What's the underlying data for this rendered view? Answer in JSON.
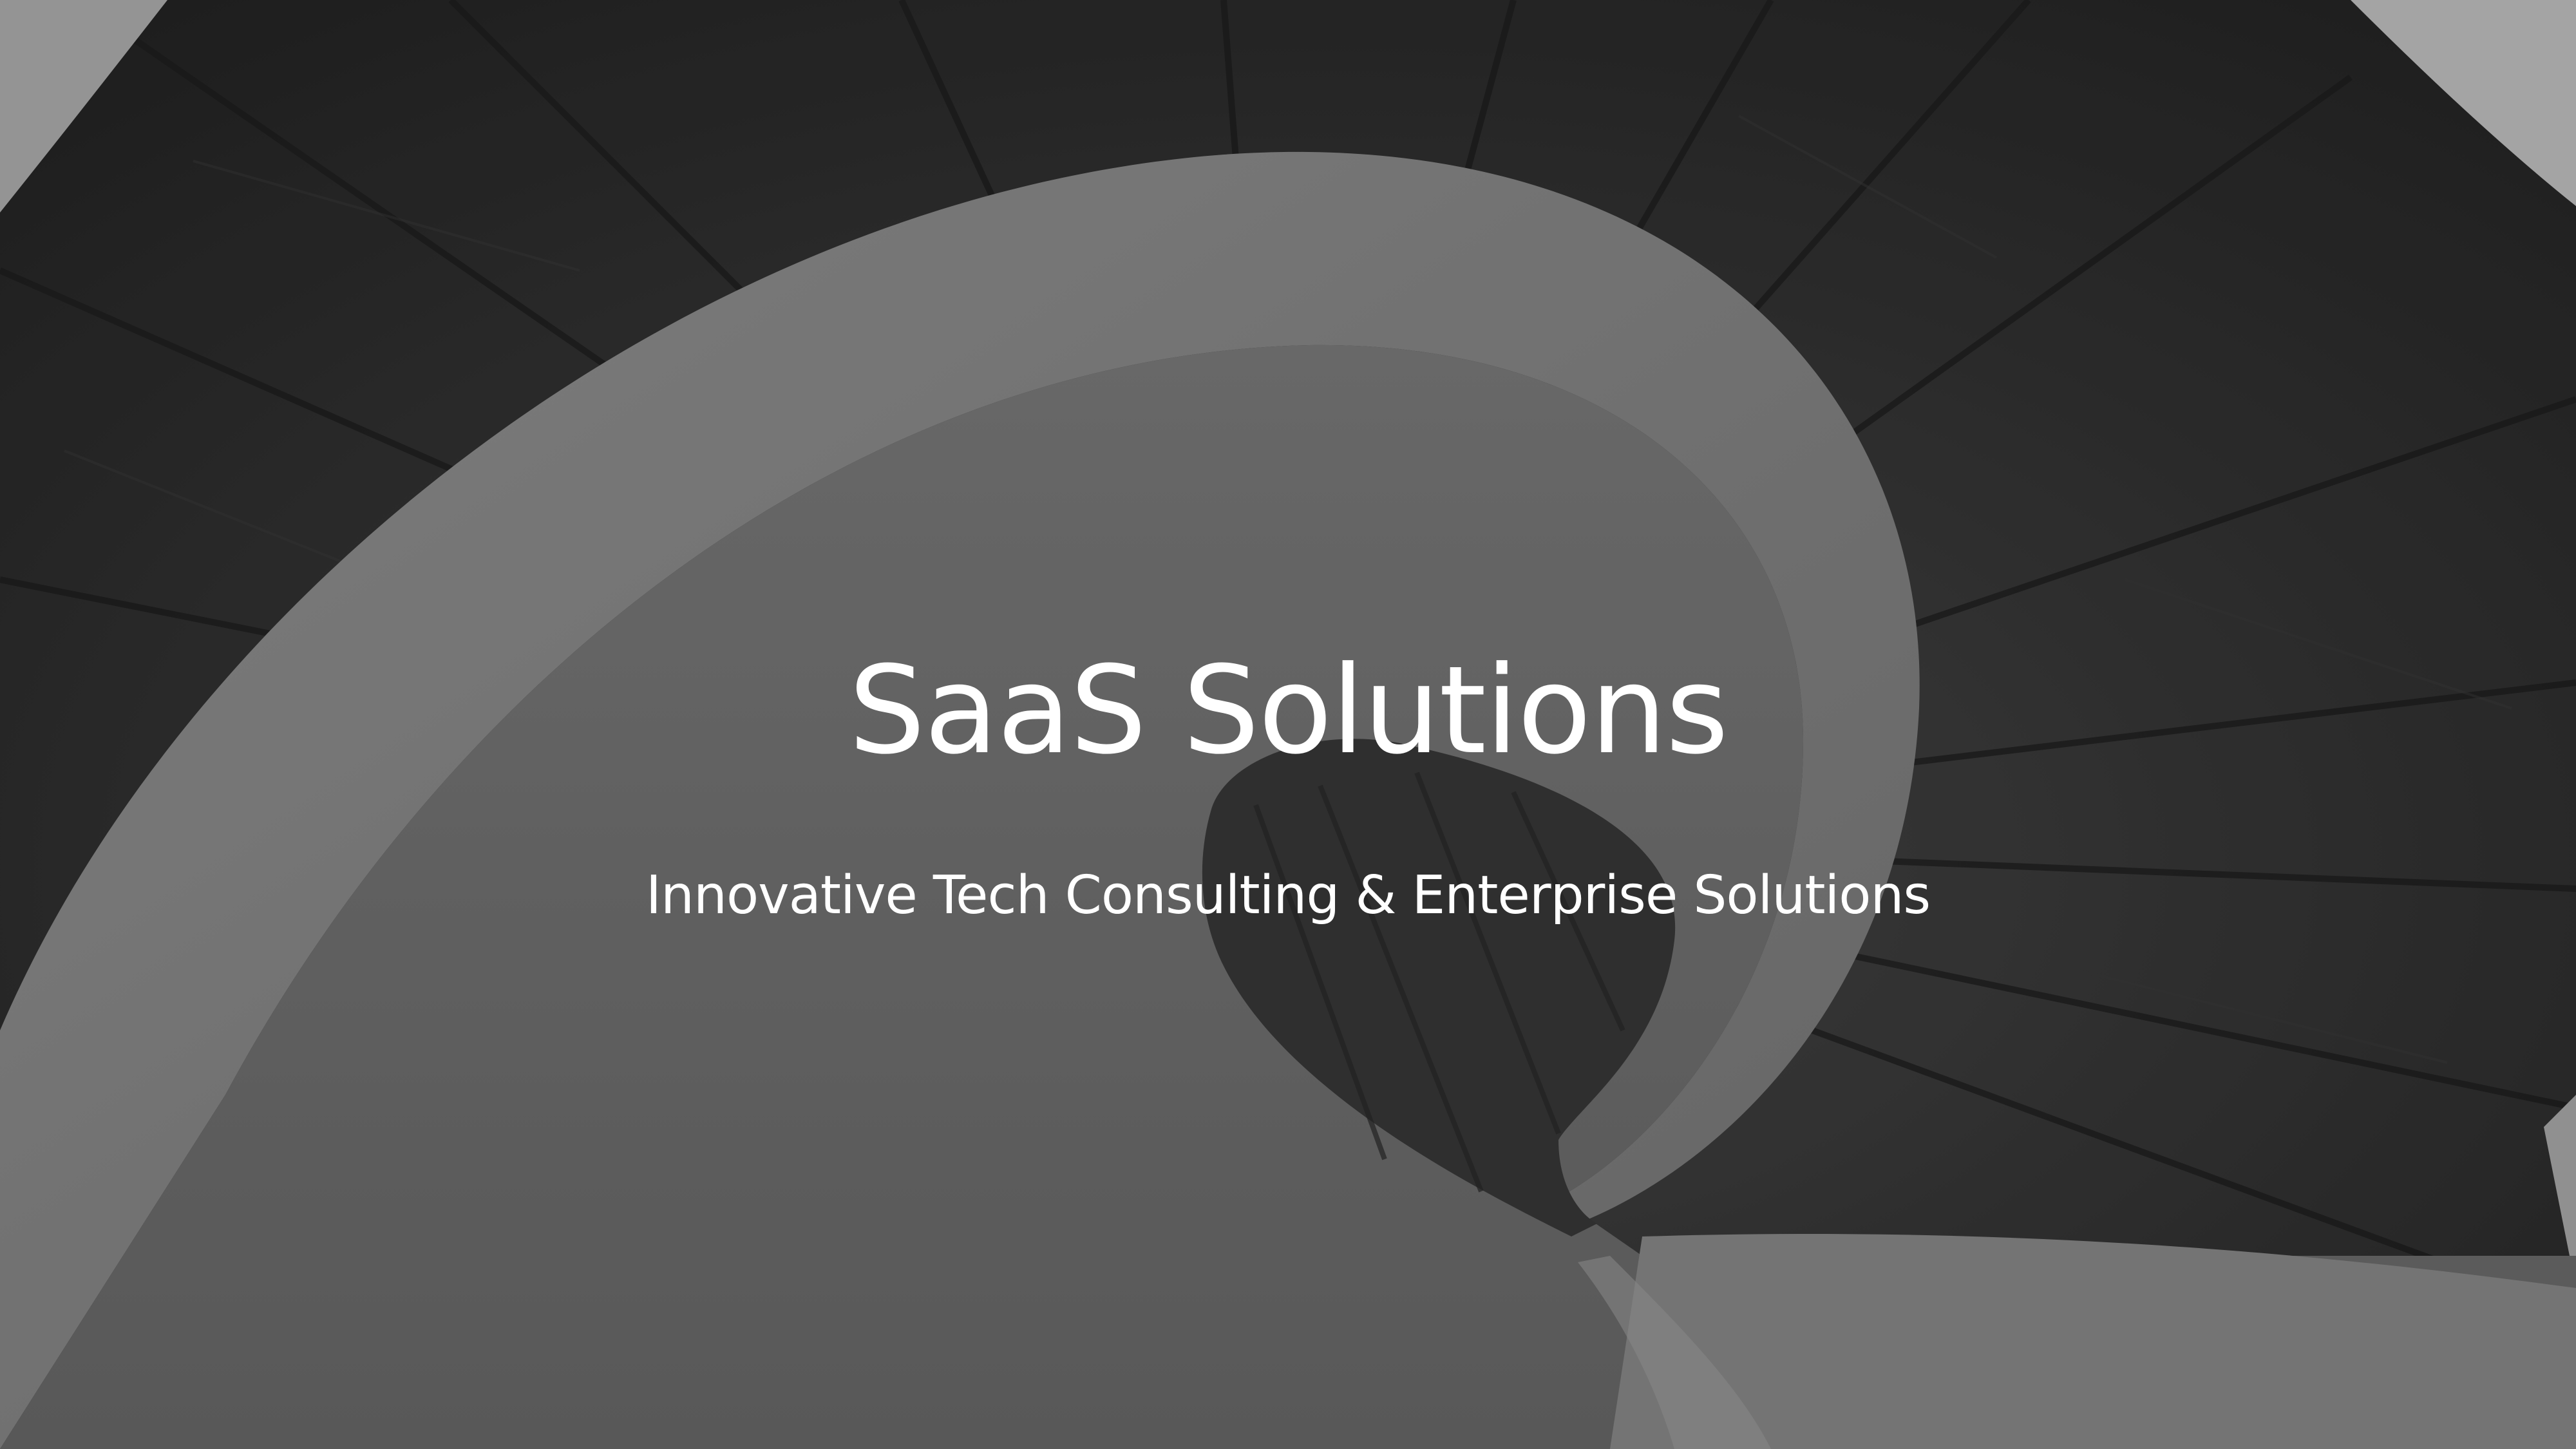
{
  "slide": {
    "title": "SaaS Solutions",
    "subtitle": "Innovative Tech Consulting & Enterprise Solutions"
  },
  "background": {
    "image": "spiral-staircase-photo",
    "tone": "grayscale"
  }
}
